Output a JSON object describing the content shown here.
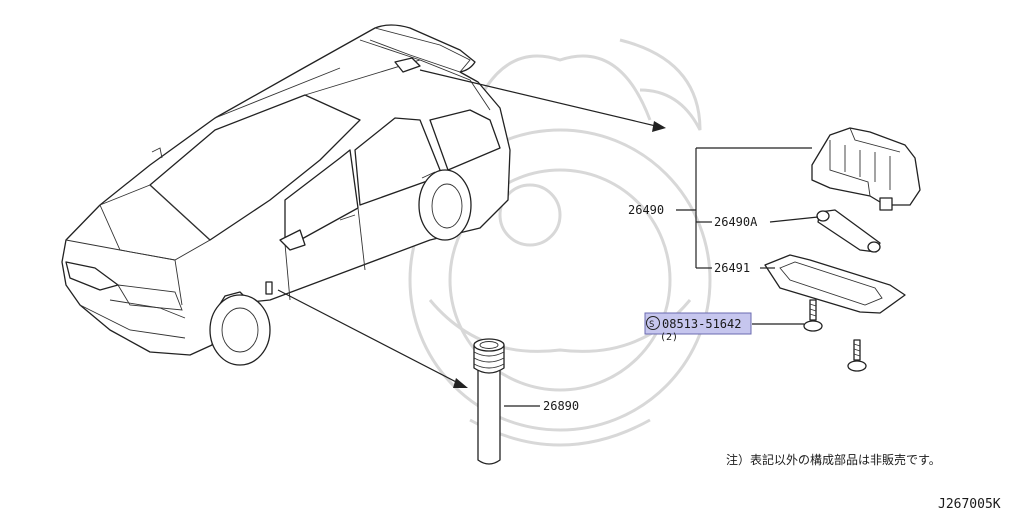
{
  "parts": {
    "lamp_assembly": "26490",
    "bulb": "26490A",
    "lens": "26491",
    "screw_code": "08513-51642",
    "screw_prefix": "S",
    "screw_qty": "(2)",
    "socket": "26890"
  },
  "note": "注）表記以外の構成部品は非販売です。",
  "diagram_code": "J267005K",
  "colors": {
    "highlight": "#c6c6ee",
    "highlight_border": "#6b6bb0",
    "line": "#222222",
    "watermark": "#d8d8d8"
  }
}
